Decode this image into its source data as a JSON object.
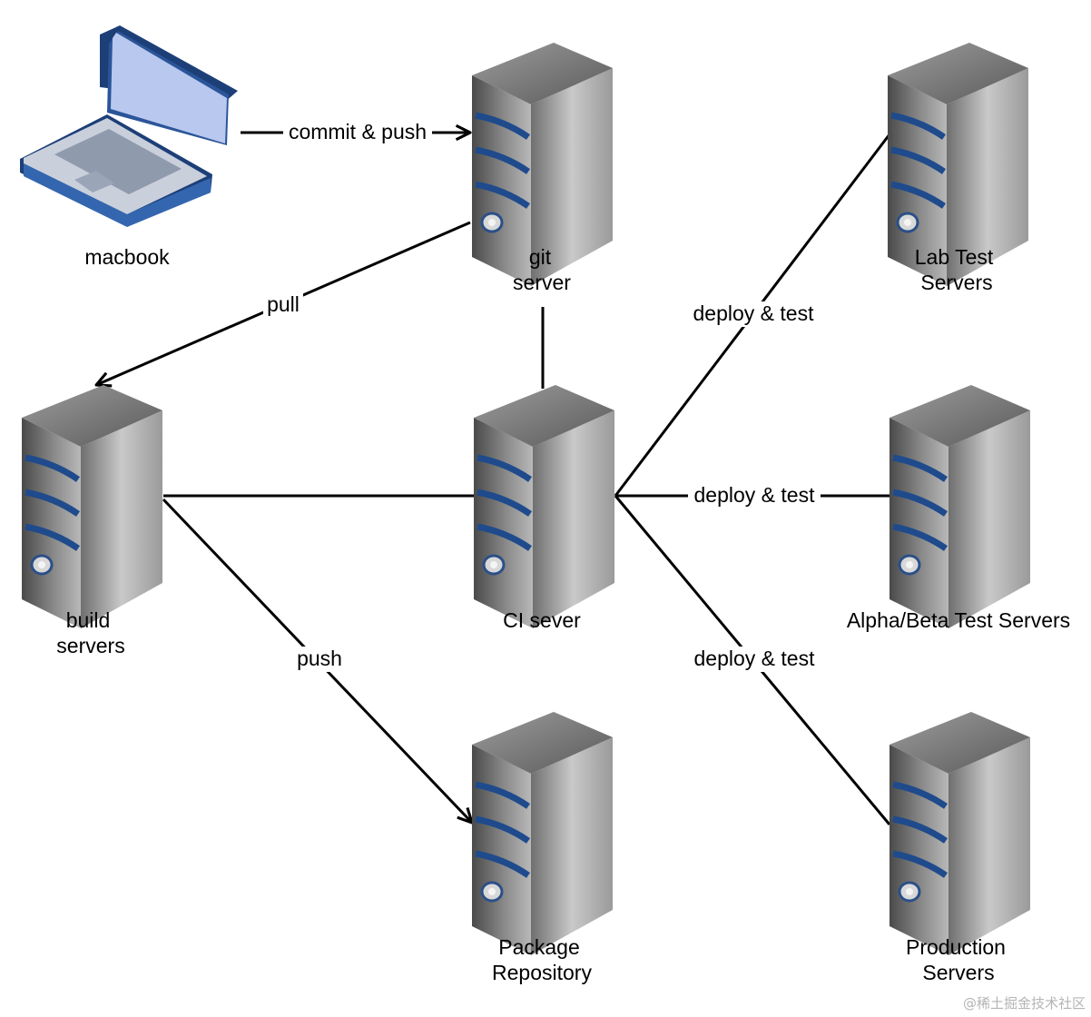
{
  "nodes": {
    "macbook": {
      "label": "macbook",
      "icon": "laptop-icon"
    },
    "git_server": {
      "label_lines": [
        "git",
        "server"
      ],
      "icon": "server-tower-icon"
    },
    "build_servers": {
      "label_lines": [
        "build",
        "servers"
      ],
      "icon": "server-tower-icon"
    },
    "ci_server": {
      "label": "CI sever",
      "icon": "server-tower-icon"
    },
    "package_repository": {
      "label_lines": [
        "Package",
        "Repository"
      ],
      "icon": "server-tower-icon"
    },
    "lab_test_servers": {
      "label_lines": [
        "Lab Test",
        "Servers"
      ],
      "icon": "server-tower-icon"
    },
    "alpha_beta_test_servers": {
      "label": "Alpha/Beta Test Servers",
      "icon": "server-tower-icon"
    },
    "production_servers": {
      "label_lines": [
        "Production",
        "Servers"
      ],
      "icon": "server-tower-icon"
    }
  },
  "edges": {
    "commit_push": "commit & push",
    "pull": "pull",
    "push": "push",
    "deploy_lab": "deploy & test",
    "deploy_alpha": "deploy & test",
    "deploy_prod": "deploy & test"
  },
  "watermark": "@稀土掘金技术社区",
  "colors": {
    "server_dark": "#3c3c3c",
    "server_light": "#c8c8c8",
    "server_bands": "#1f4b8c",
    "laptop_outline": "#1d3f78",
    "laptop_screen": "#b9c8ef",
    "line": "#000000"
  }
}
